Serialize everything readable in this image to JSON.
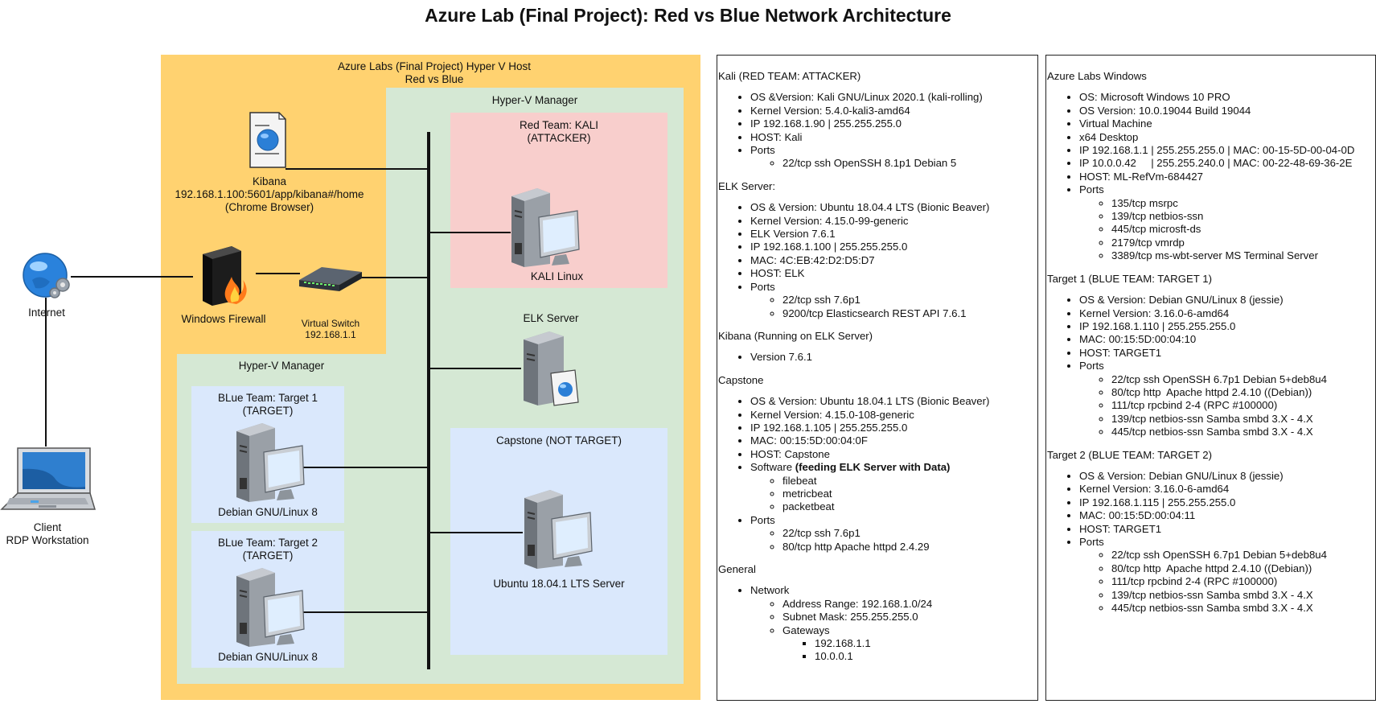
{
  "title": "Azure Lab (Final Project): Red vs Blue Network Architecture",
  "diagram": {
    "host_label": "Azure Labs (Final Project) Hyper V Host\nRed vs Blue",
    "hyperv_manager_right": "Hyper-V Manager",
    "hyperv_manager_left": "Hyper-V Manager",
    "kali_box_title": "Red Team: KALI\n(ATTACKER)",
    "kali_label": "KALI Linux",
    "elk_label": "ELK Server",
    "capstone_box_title": "Capstone (NOT TARGET)",
    "capstone_label": "Ubuntu 18.04.1 LTS Server",
    "target1_box_title": "BLue Team: Target 1\n(TARGET)",
    "target1_label": "Debian GNU/Linux 8",
    "target2_box_title": "BLue Team: Target 2\n(TARGET)",
    "target2_label": "Debian GNU/Linux 8",
    "kibana_label": "Kibana\n192.168.1.100:5601/app/kibana#/home\n(Chrome Browser)",
    "firewall_label": "Windows Firewall",
    "switch_label": "Virtual Switch\n192.168.1.1",
    "internet_label": "Internet",
    "client_label": "Client\nRDP Workstation",
    "colors": {
      "host_bg": "#FFD270",
      "manager_bg": "#D5E8D4",
      "red_bg": "#F8CECC",
      "blue_bg": "#DAE8FC"
    }
  },
  "panel_middle": {
    "kali": {
      "heading": "Kali (RED TEAM: ATTACKER)",
      "items": [
        "OS &Version: Kali GNU/Linux 2020.1 (kali-rolling)",
        "Kernel Version: 5.4.0-kali3-amd64",
        "IP 192.168.1.90 | 255.255.255.0",
        "HOST: Kali",
        "Ports"
      ],
      "ports": [
        "22/tcp ssh OpenSSH 8.1p1 Debian 5"
      ]
    },
    "elk": {
      "heading": "ELK Server:",
      "items": [
        "OS & Version: Ubuntu 18.04.4 LTS (Bionic Beaver)",
        "Kernel Version: 4.15.0-99-generic",
        "ELK Version 7.6.1",
        "IP 192.168.1.100 | 255.255.255.0",
        "MAC: 4C:EB:42:D2:D5:D7",
        "HOST: ELK",
        "Ports"
      ],
      "ports": [
        "22/tcp ssh 7.6p1",
        "9200/tcp Elasticsearch REST API 7.6.1"
      ]
    },
    "kibana": {
      "heading": "Kibana (Running on ELK Server)",
      "items": [
        "Version 7.6.1"
      ]
    },
    "capstone": {
      "heading": "Capstone",
      "items": [
        "OS & Version: Ubuntu 18.04.1 LTS (Bionic Beaver)",
        "Kernel Version: 4.15.0-108-generic",
        "IP 192.168.1.105 | 255.255.255.0",
        "MAC: 00:15:5D:00:04:0F",
        "HOST: Capstone"
      ],
      "software_label": "Software ",
      "software_bold": "(feeding ELK Server with Data)",
      "software": [
        "filebeat",
        "metricbeat",
        "packetbeat"
      ],
      "ports_label": "Ports",
      "ports": [
        "22/tcp ssh 7.6p1",
        "80/tcp http Apache httpd 2.4.29"
      ]
    },
    "general": {
      "heading": "General",
      "network_label": "Network",
      "address_range": "Address Range: 192.168.1.0/24",
      "subnet_mask": "Subnet Mask: 255.255.255.0",
      "gateways_label": "Gateways",
      "gateways": [
        "192.168.1.1",
        "10.0.0.1"
      ]
    }
  },
  "panel_right": {
    "windows": {
      "heading": "Azure Labs Windows",
      "items": [
        "OS: Microsoft Windows 10 PRO",
        "OS Version: 10.0.19044 Build 19044",
        "Virtual Machine",
        "x64 Desktop",
        "IP 192.168.1.1 | 255.255.255.0 | MAC: 00-15-5D-00-04-0D",
        "IP 10.0.0.42     | 255.255.240.0 | MAC: 00-22-48-69-36-2E",
        "HOST: ML-RefVm-684427",
        "Ports"
      ],
      "ports": [
        "135/tcp msrpc",
        "139/tcp netbios-ssn",
        "445/tcp microsft-ds",
        "2179/tcp vmrdp",
        "3389/tcp ms-wbt-server MS Terminal Server"
      ]
    },
    "target1": {
      "heading": "Target 1 (BLUE TEAM: TARGET 1)",
      "items": [
        "OS & Version: Debian GNU/Linux 8 (jessie)",
        "Kernel Version: 3.16.0-6-amd64",
        "IP 192.168.1.110 | 255.255.255.0",
        "MAC: 00:15:5D:00:04:10",
        "HOST: TARGET1",
        "Ports"
      ],
      "ports": [
        "22/tcp ssh OpenSSH 6.7p1 Debian 5+deb8u4",
        "80/tcp http  Apache httpd 2.4.10 ((Debian))",
        "111/tcp rpcbind 2-4 (RPC #100000)",
        "139/tcp netbios-ssn Samba smbd 3.X - 4.X",
        "445/tcp netbios-ssn Samba smbd 3.X - 4.X"
      ]
    },
    "target2": {
      "heading": "Target 2 (BLUE TEAM: TARGET 2)",
      "items": [
        "OS & Version: Debian GNU/Linux 8 (jessie)",
        "Kernel Version: 3.16.0-6-amd64",
        "IP 192.168.1.115 | 255.255.255.0",
        "MAC: 00:15:5D:00:04:11",
        "HOST: TARGET1",
        "Ports"
      ],
      "ports": [
        "22/tcp ssh OpenSSH 6.7p1 Debian 5+deb8u4",
        "80/tcp http  Apache httpd 2.4.10 ((Debian))",
        "111/tcp rpcbind 2-4 (RPC #100000)",
        "139/tcp netbios-ssn Samba smbd 3.X - 4.X",
        "445/tcp netbios-ssn Samba smbd 3.X - 4.X"
      ]
    }
  }
}
